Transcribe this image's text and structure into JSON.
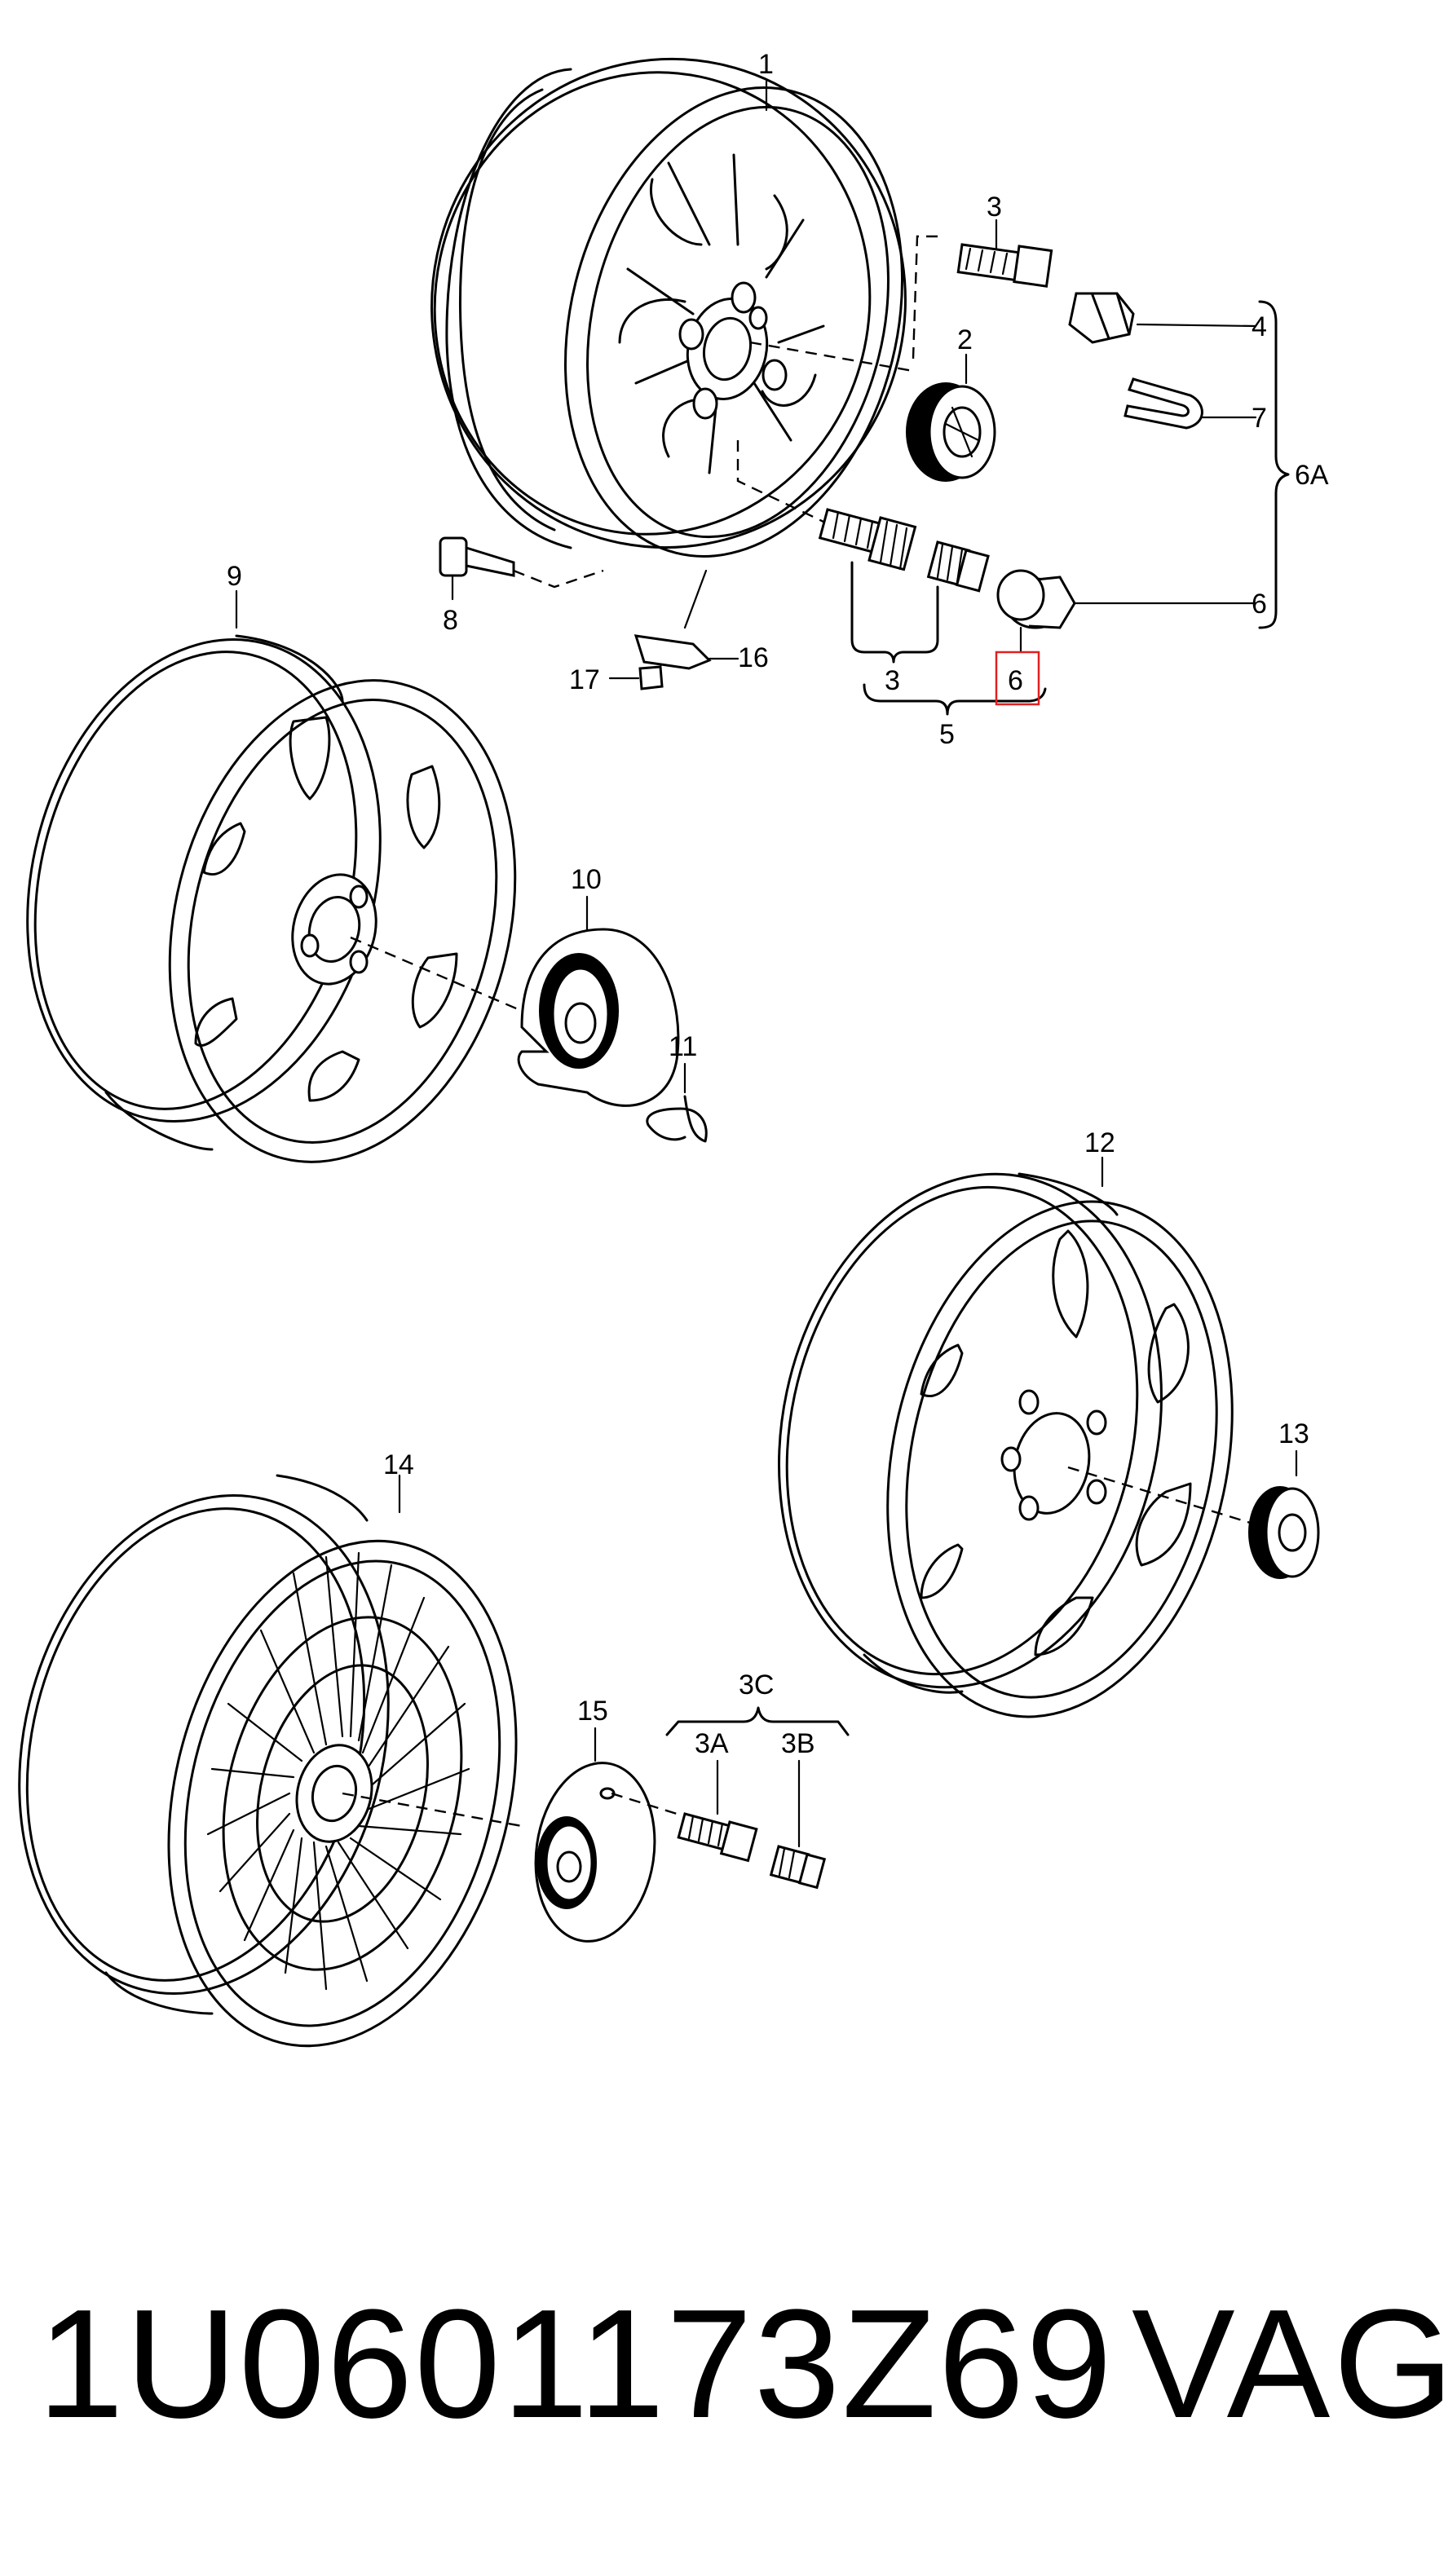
{
  "diagram": {
    "callouts": {
      "c1": "1",
      "c2": "2",
      "c3_top": "3",
      "c4": "4",
      "c7": "7",
      "c6A": "6A",
      "c6_right": "6",
      "c6_box": "6",
      "c3_bottom": "3",
      "c5": "5",
      "c8": "8",
      "c16": "16",
      "c17": "17",
      "c9": "9",
      "c10": "10",
      "c11": "11",
      "c12": "12",
      "c13": "13",
      "c14": "14",
      "c15": "15",
      "c3C": "3C",
      "c3A": "3A",
      "c3B": "3B"
    },
    "highlight_color": "#e02020"
  },
  "footer": {
    "part_number": "1U0601173Z69",
    "brand": "VAG"
  }
}
